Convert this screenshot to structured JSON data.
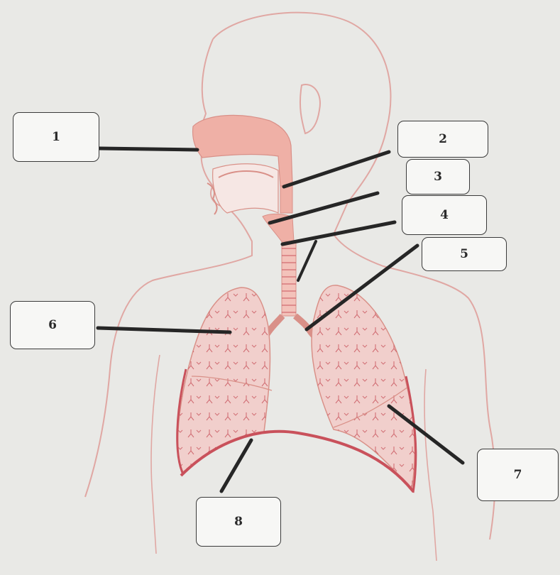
{
  "labels": [
    "1",
    "2",
    "3",
    "4",
    "5",
    "6",
    "7",
    "8"
  ],
  "colors": {
    "outline": "#e0a7a3",
    "organ_fill": "#efb0a6",
    "lung_fill": "#f1cfcc",
    "lung_vein": "#c9575f",
    "diaphragm": "#c9515b",
    "leader_line": "#262626"
  }
}
